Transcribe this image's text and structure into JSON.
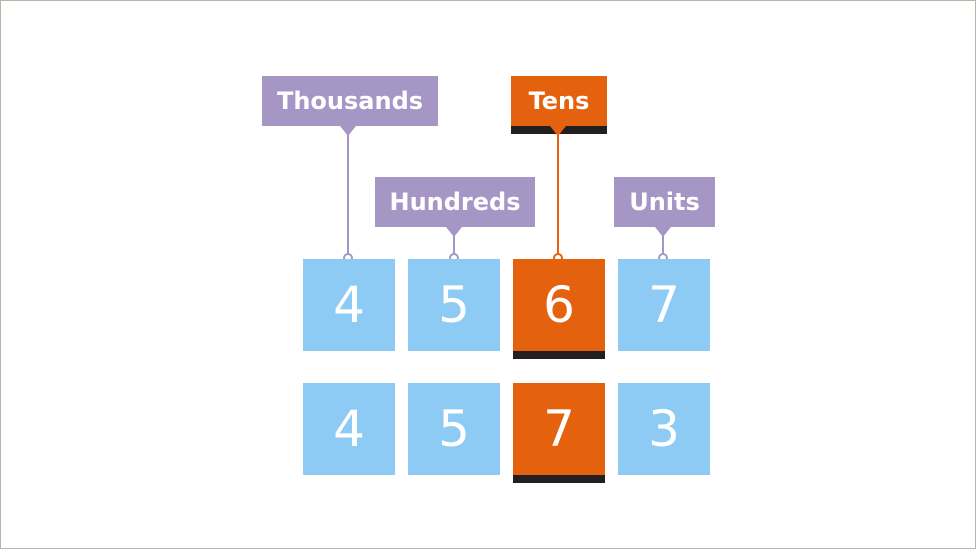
{
  "labels": {
    "thousands": "Thousands",
    "hundreds": "Hundreds",
    "tens": "Tens",
    "units": "Units"
  },
  "rows": [
    [
      "4",
      "5",
      "6",
      "7"
    ],
    [
      "4",
      "5",
      "7",
      "3"
    ]
  ],
  "colors": {
    "tile": "#8ecbf4",
    "highlight": "#e4620e",
    "label": "#a696c6",
    "shadow": "#231f20"
  }
}
